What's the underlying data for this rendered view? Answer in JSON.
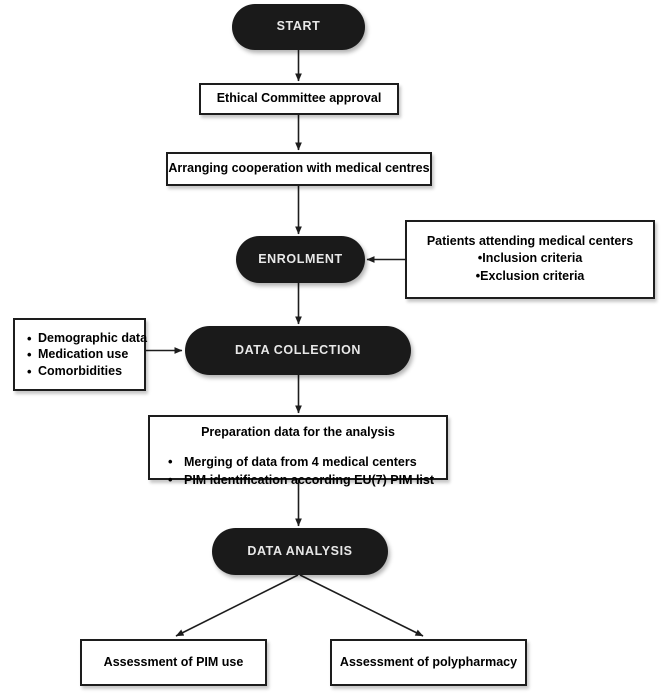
{
  "diagram": {
    "title": "Study design flowchart",
    "accent_color": "#1a1a1a",
    "box_border_color": "#1d1d1d",
    "terminal_text_color": "#e8e8e8",
    "background": "#ffffff"
  },
  "nodes": {
    "start": {
      "label": "START",
      "shape": "rounded-terminal"
    },
    "ethics": {
      "label": "Ethical Committee approval",
      "shape": "rectangle"
    },
    "cooperation": {
      "label": "Arranging cooperation with medical centres",
      "shape": "rectangle"
    },
    "enrolment": {
      "label": "ENROLMENT",
      "shape": "rounded-terminal"
    },
    "patients": {
      "title": "Patients attending medical centers",
      "items": [
        "Inclusion criteria",
        "Exclusion criteria"
      ],
      "shape": "rectangle"
    },
    "data_collection": {
      "label": "DATA COLLECTION",
      "shape": "rounded-terminal"
    },
    "collected_items": {
      "items": [
        "Demographic data",
        "Medication use",
        "Comorbidities"
      ],
      "shape": "rectangle"
    },
    "preparation": {
      "title": "Preparation data for the analysis",
      "items": [
        "Merging of data from 4 medical centers",
        "PIM identification according EU(7) PIM list"
      ],
      "shape": "rectangle"
    },
    "data_analysis": {
      "label": "DATA ANALYSIS",
      "shape": "rounded-terminal"
    },
    "outcome_pim": {
      "label": "Assessment of PIM use",
      "shape": "rectangle"
    },
    "outcome_polypharmacy": {
      "label": "Assessment of polypharmacy",
      "shape": "rectangle"
    }
  },
  "edges": [
    {
      "from": "start",
      "to": "ethics",
      "direction": "down"
    },
    {
      "from": "ethics",
      "to": "cooperation",
      "direction": "down"
    },
    {
      "from": "cooperation",
      "to": "enrolment",
      "direction": "down"
    },
    {
      "from": "patients",
      "to": "enrolment",
      "direction": "left"
    },
    {
      "from": "enrolment",
      "to": "data_collection",
      "direction": "down"
    },
    {
      "from": "collected_items",
      "to": "data_collection",
      "direction": "right"
    },
    {
      "from": "data_collection",
      "to": "preparation",
      "direction": "down"
    },
    {
      "from": "preparation",
      "to": "data_analysis",
      "direction": "down"
    },
    {
      "from": "data_analysis",
      "to": "outcome_pim",
      "direction": "down-left"
    },
    {
      "from": "data_analysis",
      "to": "outcome_polypharmacy",
      "direction": "down-right"
    }
  ]
}
